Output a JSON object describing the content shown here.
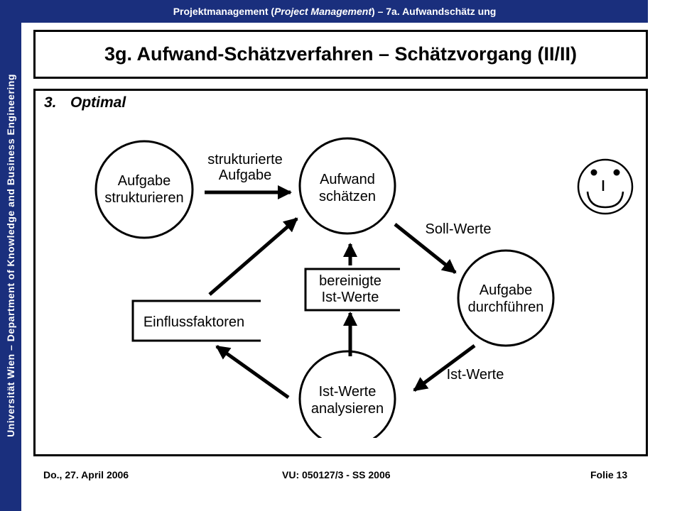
{
  "side_text": "Universität Wien – Department of Knowledge and Business Engineering",
  "header": {
    "pre": "Projektmanagement  (",
    "italic": "Project Management",
    "post": ")  – 7a. Aufwandschätz ung"
  },
  "title": "3g. Aufwand-Schätzverfahren – Schätzvorgang (II/II)",
  "section": {
    "number": "3.",
    "label": "Optimal"
  },
  "diagram": {
    "circles": {
      "aufgabe_strukturieren": [
        "Aufgabe",
        "strukturieren"
      ],
      "aufwand_schaetzen": [
        "Aufwand",
        "schätzen"
      ],
      "aufgabe_durchfuehren": [
        "Aufgabe",
        "durchführen"
      ],
      "ist_werte_analysieren": [
        "Ist-Werte",
        "analysieren"
      ]
    },
    "labels": {
      "strukturierte_aufgabe": [
        "strukturierte",
        "Aufgabe"
      ],
      "soll_werte": "Soll-Werte",
      "ist_werte": "Ist-Werte"
    },
    "boxes": {
      "bereinigte_ist_werte": [
        "bereinigte",
        "Ist-Werte"
      ],
      "einflussfaktoren": "Einflussfaktoren"
    }
  },
  "footer": {
    "date": "Do., 27. April 2006",
    "course": "VU: 050127/3 - SS 2006",
    "slide": "Folie 13"
  },
  "colors": {
    "band": "#1a2f7d",
    "ink": "#000000"
  },
  "icons": {
    "smiley": "smiley-icon"
  }
}
